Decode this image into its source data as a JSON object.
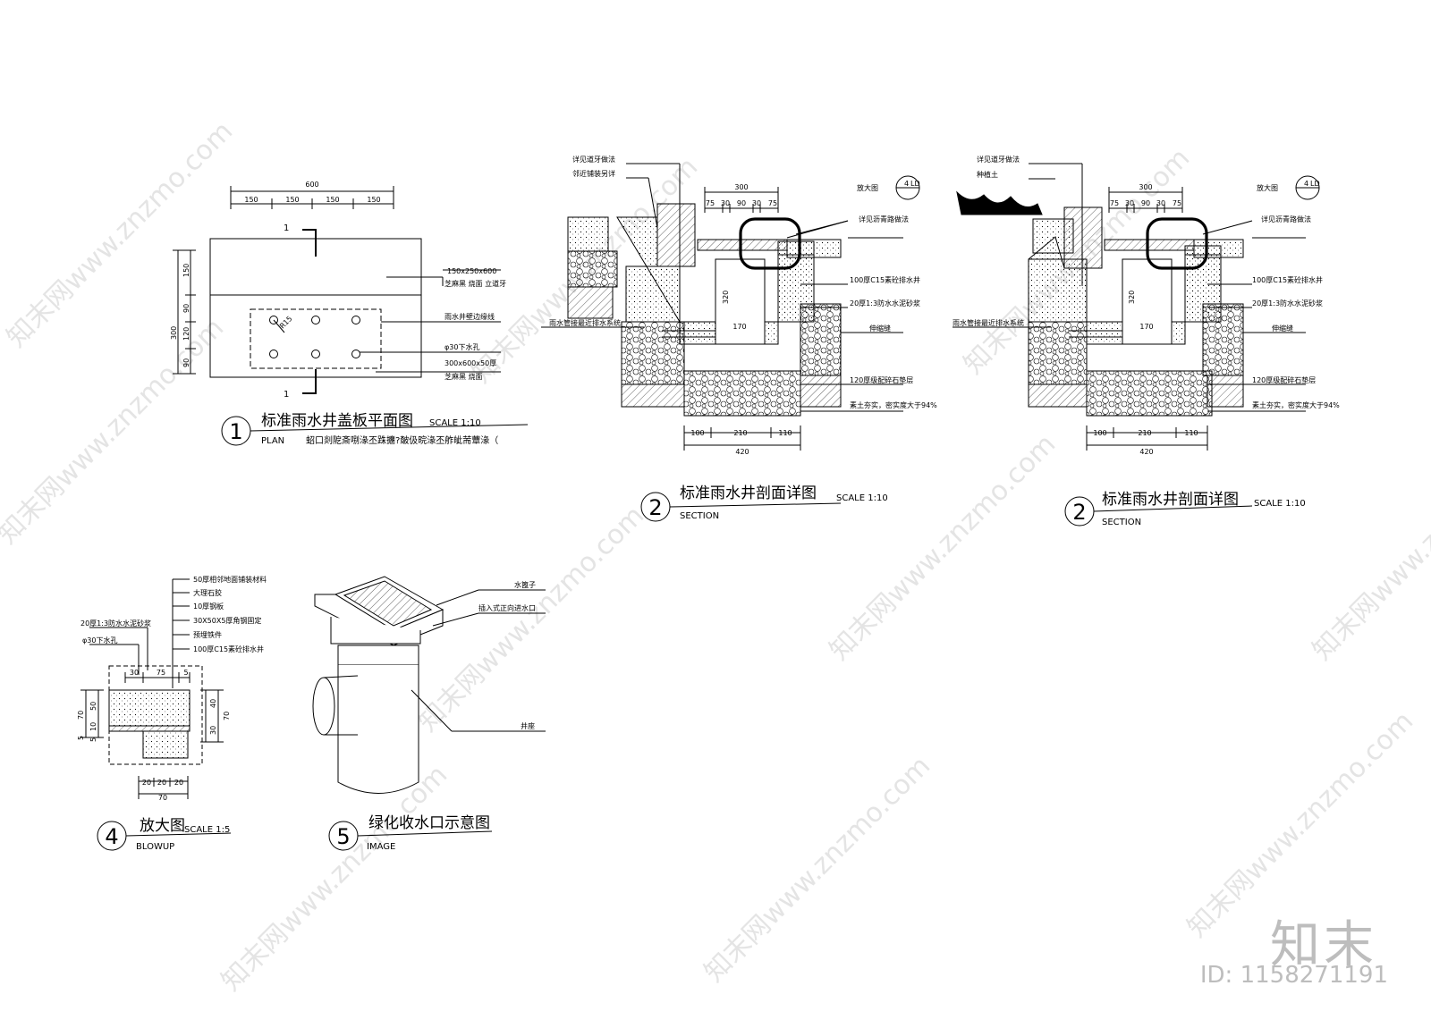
{
  "plan": {
    "dims_top": [
      "600",
      "150",
      "150",
      "150",
      "150"
    ],
    "dims_left": [
      "150",
      "300",
      "90",
      "120",
      "90"
    ],
    "section_mark": "1",
    "radius_label": "R15",
    "callouts": [
      "150x250x600",
      "芝麻黑 烧面 立道牙",
      "雨水井壁边缘线",
      "φ30下水孔",
      "300x600x50厚",
      "芝麻黑 烧面"
    ],
    "number": "1",
    "title": "标准雨水井盖板平面图",
    "scale": "SCALE 1:10",
    "sub": "PLAN",
    "note": "蛁口剡阸斎哵湪丕跦攟?皶伋晥湪丕舴皉荋蕈湪（"
  },
  "section_a": {
    "callouts_left": [
      "详见道牙做法",
      "邻近铺装另详"
    ],
    "dims_top": [
      "300",
      "75",
      "30",
      "90",
      "30",
      "75"
    ],
    "enlarge_label": "放大图",
    "enlarge_ref": "4",
    "enlarge_sheet": "LD",
    "callouts_right": [
      "详见沥青路做法",
      "100厚C15素砼排水井",
      "20厚1:3防水水泥砂浆",
      "伸缩缝",
      "120厚级配碎石垫层",
      "素土夯实，密实度大于94%"
    ],
    "pipe_label": "雨水管接最近排水系统",
    "inner_dims": [
      "320",
      "170"
    ],
    "dims_bottom": [
      "100",
      "210",
      "110",
      "420"
    ],
    "number": "2",
    "title": "标准雨水井剖面详图",
    "scale": "SCALE 1:10",
    "sub": "SECTION"
  },
  "section_b": {
    "callouts_left": [
      "详见道牙做法",
      "种植土"
    ],
    "dims_top": [
      "300",
      "75",
      "30",
      "90",
      "30",
      "75"
    ],
    "enlarge_label": "放大图",
    "enlarge_ref": "4",
    "enlarge_sheet": "LD",
    "callouts_right": [
      "详见沥青路做法",
      "100厚C15素砼排水井",
      "20厚1:3防水水泥砂浆",
      "伸缩缝",
      "120厚级配碎石垫层",
      "素土夯实，密实度大于94%"
    ],
    "pipe_label": "雨水管接最近排水系统",
    "inner_dims": [
      "320",
      "170"
    ],
    "dims_bottom": [
      "100",
      "210",
      "110",
      "420"
    ],
    "number": "2",
    "title": "标准雨水井剖面详图",
    "scale": "SCALE 1:10",
    "sub": "SECTION"
  },
  "blowup": {
    "callouts": [
      "50厚相邻地面铺装材料",
      "大理石胶",
      "10厚钢板",
      "30X50X5厚角钢固定",
      "预埋铁件",
      "100厚C15素砼排水井"
    ],
    "left_callouts": [
      "20厚1:3防水水泥砂浆",
      "φ30下水孔"
    ],
    "dims_top": [
      "30",
      "75",
      "5"
    ],
    "dims_left": [
      "70",
      "50",
      "10",
      "5",
      "5"
    ],
    "dims_right": [
      "40",
      "30",
      "70"
    ],
    "dims_bottom": [
      "20",
      "20",
      "20",
      "70"
    ],
    "number": "4",
    "title": "放大图",
    "scale": "SCALE 1:5",
    "sub": "BLOWUP"
  },
  "image5": {
    "callouts": [
      "水篦子",
      "插入式正向进水口",
      "井座"
    ],
    "number": "5",
    "title": "绿化收水口示意图",
    "sub": "IMAGE"
  },
  "watermark": {
    "text": "知末网www.znzmo.com"
  },
  "brand": {
    "logo": "知末",
    "id": "ID: 1158271191"
  }
}
